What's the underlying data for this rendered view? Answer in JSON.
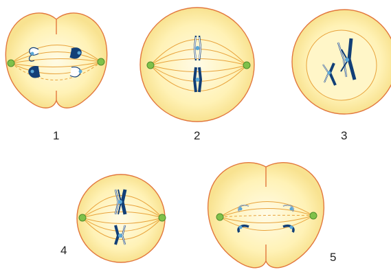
{
  "labels": [
    "1",
    "2",
    "3",
    "4",
    "5"
  ],
  "colors": {
    "cell_fill": "#fff4b8",
    "cell_border": "#e2773d",
    "spindle": "#e8a23a",
    "centrosome": "#7fc14a",
    "chromosome_dark": "#123f77",
    "chromosome_light": "#ffffff",
    "centromere": "#5aa8d8"
  }
}
